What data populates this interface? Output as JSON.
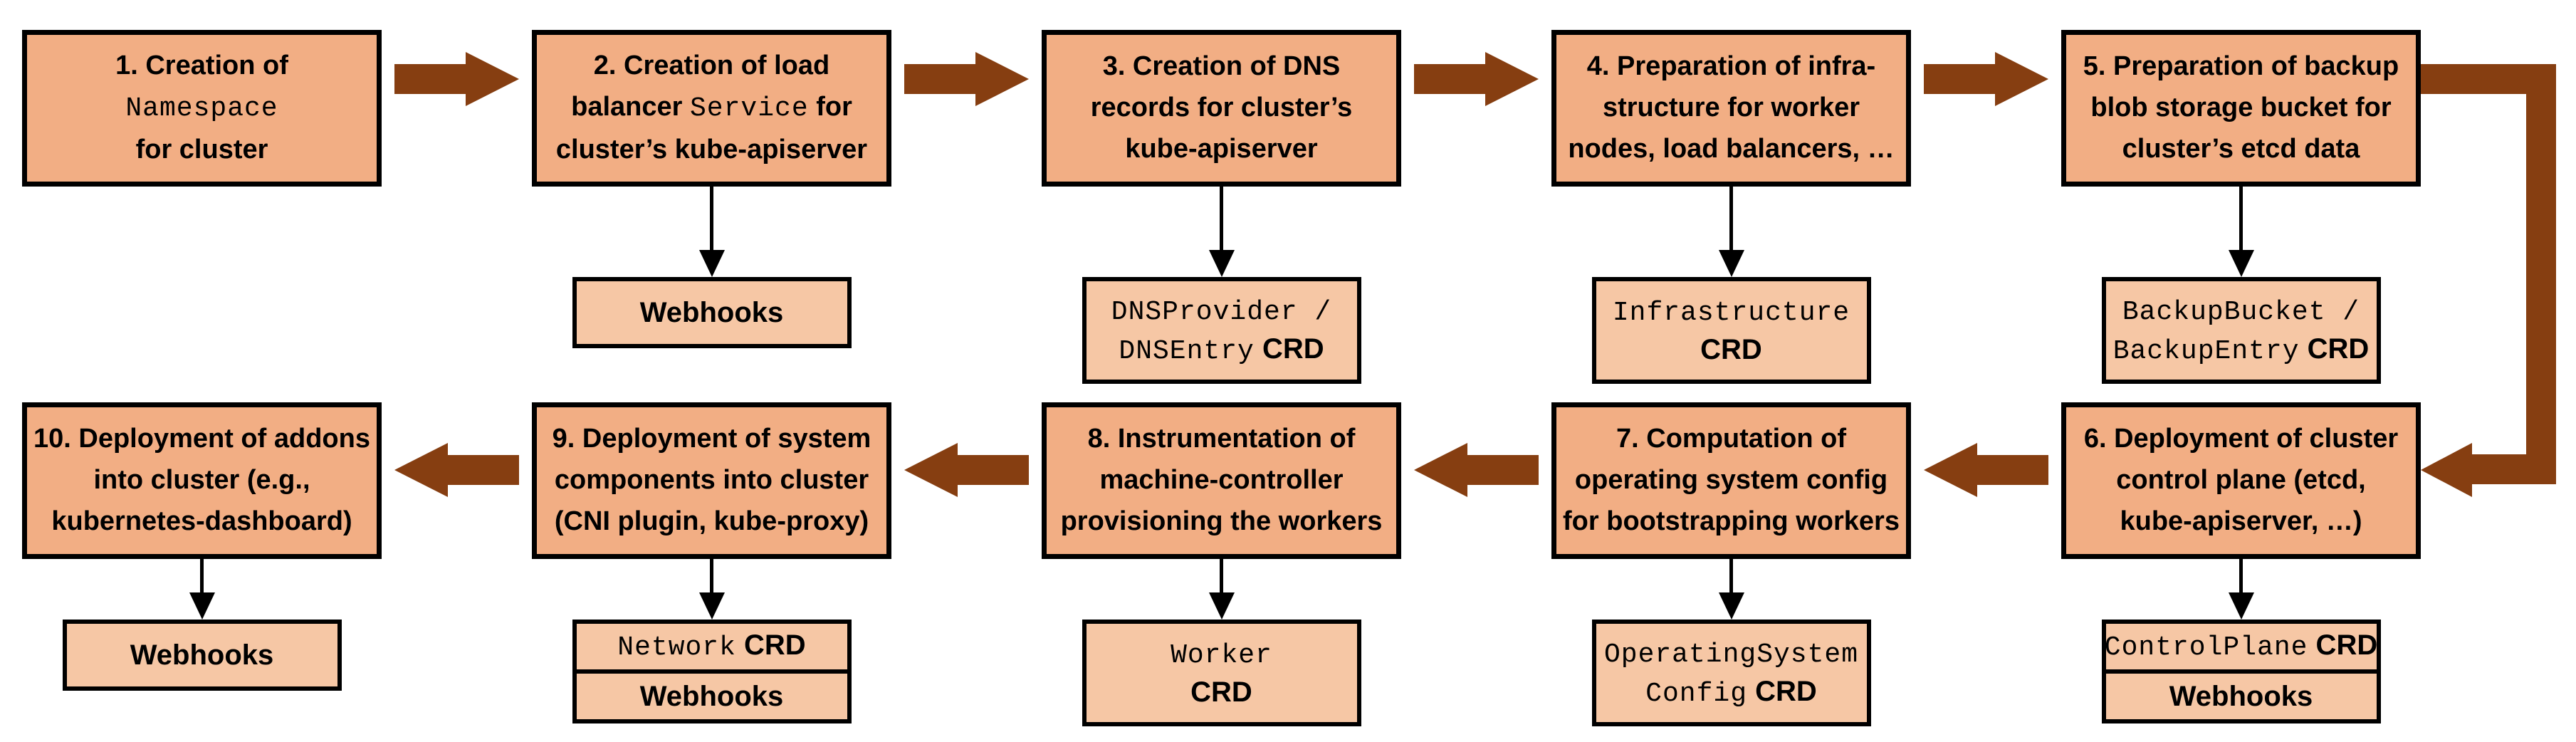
{
  "diagram": {
    "background": "#ffffff",
    "colors": {
      "step_fill": "#F2AE84",
      "sub_fill": "#F6C7A5",
      "outline": "#000000",
      "flow_arrow": "#863E11",
      "connector_line": "#000000"
    },
    "rows": [
      {
        "name": "top",
        "flow": "left-to-right",
        "steps": [
          {
            "number": 1,
            "lines": [
              {
                "segs": [
                  {
                    "t": "1. Creation of",
                    "font": "sans"
                  }
                ]
              },
              {
                "segs": [
                  {
                    "t": "Namespace",
                    "font": "mono"
                  }
                ]
              },
              {
                "segs": [
                  {
                    "t": "for cluster",
                    "font": "sans"
                  }
                ]
              }
            ],
            "sub_boxes": []
          },
          {
            "number": 2,
            "lines": [
              {
                "segs": [
                  {
                    "t": "2. Creation of load",
                    "font": "sans"
                  }
                ]
              },
              {
                "segs": [
                  {
                    "t": "balancer ",
                    "font": "sans"
                  },
                  {
                    "t": "Service",
                    "font": "mono"
                  },
                  {
                    "t": " for",
                    "font": "sans"
                  }
                ]
              },
              {
                "segs": [
                  {
                    "t": "cluster’s kube-apiserver",
                    "font": "sans"
                  }
                ]
              }
            ],
            "sub_boxes": [
              {
                "lines": [
                  {
                    "segs": [
                      {
                        "t": "Webhooks",
                        "font": "sans"
                      }
                    ]
                  }
                ]
              }
            ]
          },
          {
            "number": 3,
            "lines": [
              {
                "segs": [
                  {
                    "t": "3. Creation of DNS",
                    "font": "sans"
                  }
                ]
              },
              {
                "segs": [
                  {
                    "t": "records for cluster’s",
                    "font": "sans"
                  }
                ]
              },
              {
                "segs": [
                  {
                    "t": "kube-apiserver",
                    "font": "sans"
                  }
                ]
              }
            ],
            "sub_boxes": [
              {
                "lines": [
                  {
                    "segs": [
                      {
                        "t": "DNSProvider /",
                        "font": "mono"
                      }
                    ]
                  },
                  {
                    "segs": [
                      {
                        "t": "DNSEntry",
                        "font": "mono"
                      },
                      {
                        "t": " CRD",
                        "font": "sans"
                      }
                    ]
                  }
                ]
              }
            ]
          },
          {
            "number": 4,
            "lines": [
              {
                "segs": [
                  {
                    "t": "4. Preparation of infra-",
                    "font": "sans"
                  }
                ]
              },
              {
                "segs": [
                  {
                    "t": "structure for worker",
                    "font": "sans"
                  }
                ]
              },
              {
                "segs": [
                  {
                    "t": "nodes, load balancers, …",
                    "font": "sans"
                  }
                ]
              }
            ],
            "sub_boxes": [
              {
                "lines": [
                  {
                    "segs": [
                      {
                        "t": "Infrastructure",
                        "font": "mono"
                      }
                    ]
                  },
                  {
                    "segs": [
                      {
                        "t": "CRD",
                        "font": "sans"
                      }
                    ]
                  }
                ]
              }
            ]
          },
          {
            "number": 5,
            "lines": [
              {
                "segs": [
                  {
                    "t": "5. Preparation of backup",
                    "font": "sans"
                  }
                ]
              },
              {
                "segs": [
                  {
                    "t": "blob storage bucket for",
                    "font": "sans"
                  }
                ]
              },
              {
                "segs": [
                  {
                    "t": "cluster’s etcd data",
                    "font": "sans"
                  }
                ]
              }
            ],
            "sub_boxes": [
              {
                "lines": [
                  {
                    "segs": [
                      {
                        "t": "BackupBucket /",
                        "font": "mono"
                      }
                    ]
                  },
                  {
                    "segs": [
                      {
                        "t": "BackupEntry",
                        "font": "mono"
                      },
                      {
                        "t": " CRD",
                        "font": "sans"
                      }
                    ]
                  }
                ]
              }
            ]
          }
        ]
      },
      {
        "name": "bottom",
        "flow": "right-to-left",
        "steps": [
          {
            "number": 10,
            "lines": [
              {
                "segs": [
                  {
                    "t": "10. Deployment of addons",
                    "font": "sans"
                  }
                ]
              },
              {
                "segs": [
                  {
                    "t": "into cluster (e.g.,",
                    "font": "sans"
                  }
                ]
              },
              {
                "segs": [
                  {
                    "t": "kubernetes-dashboard)",
                    "font": "sans"
                  }
                ]
              }
            ],
            "sub_boxes": [
              {
                "lines": [
                  {
                    "segs": [
                      {
                        "t": "Webhooks",
                        "font": "sans"
                      }
                    ]
                  }
                ]
              }
            ]
          },
          {
            "number": 9,
            "lines": [
              {
                "segs": [
                  {
                    "t": "9. Deployment of system",
                    "font": "sans"
                  }
                ]
              },
              {
                "segs": [
                  {
                    "t": "components into cluster",
                    "font": "sans"
                  }
                ]
              },
              {
                "segs": [
                  {
                    "t": "(CNI plugin, kube-proxy)",
                    "font": "sans"
                  }
                ]
              }
            ],
            "sub_boxes": [
              {
                "lines": [
                  {
                    "segs": [
                      {
                        "t": "Network",
                        "font": "mono"
                      },
                      {
                        "t": " CRD",
                        "font": "sans"
                      }
                    ]
                  }
                ]
              },
              {
                "lines": [
                  {
                    "segs": [
                      {
                        "t": "Webhooks",
                        "font": "sans"
                      }
                    ]
                  }
                ]
              }
            ]
          },
          {
            "number": 8,
            "lines": [
              {
                "segs": [
                  {
                    "t": "8. Instrumentation of",
                    "font": "sans"
                  }
                ]
              },
              {
                "segs": [
                  {
                    "t": "machine-controller",
                    "font": "sans"
                  }
                ]
              },
              {
                "segs": [
                  {
                    "t": "provisioning the workers",
                    "font": "sans"
                  }
                ]
              }
            ],
            "sub_boxes": [
              {
                "lines": [
                  {
                    "segs": [
                      {
                        "t": "Worker",
                        "font": "mono"
                      }
                    ]
                  },
                  {
                    "segs": [
                      {
                        "t": "CRD",
                        "font": "sans"
                      }
                    ]
                  }
                ]
              }
            ]
          },
          {
            "number": 7,
            "lines": [
              {
                "segs": [
                  {
                    "t": "7. Computation of",
                    "font": "sans"
                  }
                ]
              },
              {
                "segs": [
                  {
                    "t": "operating system config",
                    "font": "sans"
                  }
                ]
              },
              {
                "segs": [
                  {
                    "t": "for bootstrapping workers",
                    "font": "sans"
                  }
                ]
              }
            ],
            "sub_boxes": [
              {
                "lines": [
                  {
                    "segs": [
                      {
                        "t": "OperatingSystem",
                        "font": "mono"
                      }
                    ]
                  },
                  {
                    "segs": [
                      {
                        "t": "Config",
                        "font": "mono"
                      },
                      {
                        "t": " CRD",
                        "font": "sans"
                      }
                    ]
                  }
                ]
              }
            ]
          },
          {
            "number": 6,
            "lines": [
              {
                "segs": [
                  {
                    "t": "6. Deployment of cluster",
                    "font": "sans"
                  }
                ]
              },
              {
                "segs": [
                  {
                    "t": "control plane (etcd,",
                    "font": "sans"
                  }
                ]
              },
              {
                "segs": [
                  {
                    "t": "kube-apiserver, …)",
                    "font": "sans"
                  }
                ]
              }
            ],
            "sub_boxes": [
              {
                "lines": [
                  {
                    "segs": [
                      {
                        "t": "ControlPlane",
                        "font": "mono"
                      },
                      {
                        "t": " CRD",
                        "font": "sans"
                      }
                    ]
                  }
                ]
              },
              {
                "lines": [
                  {
                    "segs": [
                      {
                        "t": "Webhooks",
                        "font": "sans"
                      }
                    ]
                  }
                ]
              }
            ]
          }
        ]
      }
    ],
    "arrows": [
      {
        "from": 1,
        "to": 2,
        "shape": "block-right"
      },
      {
        "from": 2,
        "to": 3,
        "shape": "block-right"
      },
      {
        "from": 3,
        "to": 4,
        "shape": "block-right"
      },
      {
        "from": 4,
        "to": 5,
        "shape": "block-right"
      },
      {
        "from": 5,
        "to": 6,
        "shape": "elbow-right-down-left"
      },
      {
        "from": 6,
        "to": 7,
        "shape": "block-left"
      },
      {
        "from": 7,
        "to": 8,
        "shape": "block-left"
      },
      {
        "from": 8,
        "to": 9,
        "shape": "block-left"
      },
      {
        "from": 9,
        "to": 10,
        "shape": "block-left"
      }
    ]
  }
}
